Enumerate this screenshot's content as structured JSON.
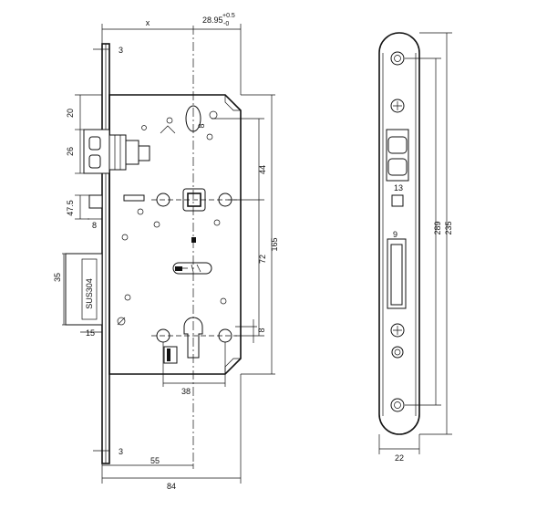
{
  "dimensions": {
    "x": "x",
    "d28_95": "28.95",
    "tol_plus": "+0.5",
    "tol_minus": "-0",
    "d3_top": "3",
    "d20": "20",
    "d8_top": "8",
    "d26": "26",
    "d47_5": "47.5",
    "d8_left": "8",
    "d44": "44",
    "d72": "72",
    "d165": "165",
    "d35": "35",
    "d15": "15",
    "d8_right": "8",
    "d38": "38",
    "d3_bottom": "3",
    "d55": "55",
    "d84": "84",
    "d13": "13",
    "d9": "9",
    "d289": "289",
    "d235": "235",
    "d22": "22"
  },
  "labels": {
    "material": "SUS304"
  }
}
